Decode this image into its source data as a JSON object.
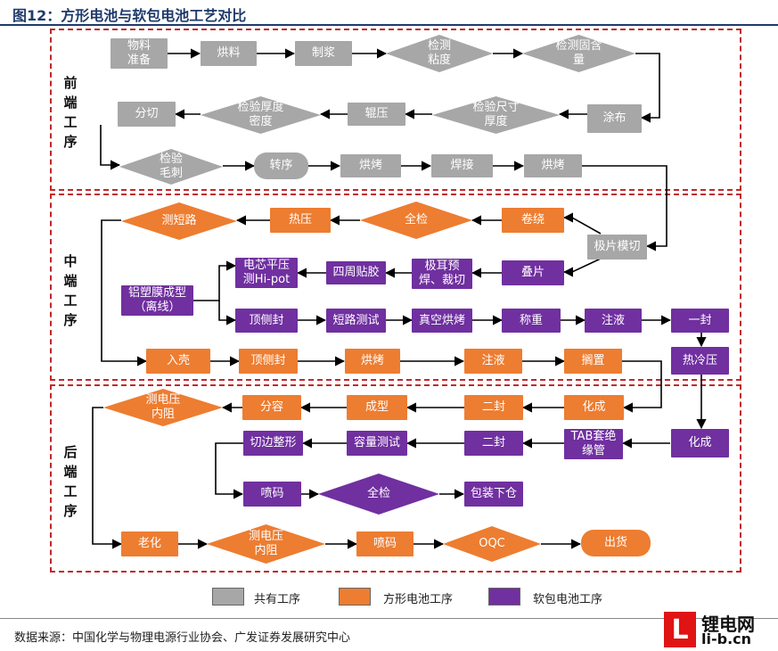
{
  "title": "图12：方形电池与软包电池工艺对比",
  "colors": {
    "common": "#a7a7a7",
    "square": "#ed7d31",
    "pouch": "#7030a0",
    "border": "#c0282c"
  },
  "sections": {
    "front": "前端工序",
    "middle": "中端工序",
    "back": "后端工序"
  },
  "nodes": {
    "n1": "物料\n准备",
    "n2": "烘料",
    "n3": "制浆",
    "n4": "检测\n粘度",
    "n5": "检测固含\n量",
    "n6": "分切",
    "n7": "检验厚度\n密度",
    "n8": "辊压",
    "n9": "检验尺寸\n厚度",
    "n10": "涂布",
    "n11": "检验\n毛刺",
    "n12": "转序",
    "n13": "烘烤",
    "n14": "焊接",
    "n15": "烘烤",
    "m1": "测短路",
    "m2": "热压",
    "m3": "全检",
    "m4": "卷绕",
    "m5": "极片模切",
    "m6": "电芯平压\n测Hi-pot",
    "m7": "四周贴胶",
    "m8": "极耳预\n焊、裁切",
    "m9": "叠片",
    "m10": "铝塑膜成型\n（离线）",
    "m11": "顶侧封",
    "m12": "短路测试",
    "m13": "真空烘烤",
    "m14": "称重",
    "m15": "注液",
    "m16": "一封",
    "m17": "入壳",
    "m18": "顶侧封",
    "m19": "烘烤",
    "m20": "注液",
    "m21": "搁置",
    "m22": "热冷压",
    "b1": "测电压\n内阻",
    "b2": "分容",
    "b3": "成型",
    "b4": "二封",
    "b5": "化成",
    "b6": "切边整形",
    "b7": "容量测试",
    "b8": "二封",
    "b9": "TAB套绝\n缘管",
    "b10": "化成",
    "b11": "喷码",
    "b12": "全检",
    "b13": "包装下仓",
    "b14": "老化",
    "b15": "测电压\n内阻",
    "b16": "喷码",
    "b17": "OQC",
    "b18": "出货"
  },
  "legend": {
    "common": "共有工序",
    "square": "方形电池工序",
    "pouch": "软包电池工序"
  },
  "source": "数据来源：中国化学与物理电源行业协会、广发证券发展研究中心",
  "logo": {
    "mark": "L",
    "name": "锂电网",
    "url": "li-b.cn"
  }
}
